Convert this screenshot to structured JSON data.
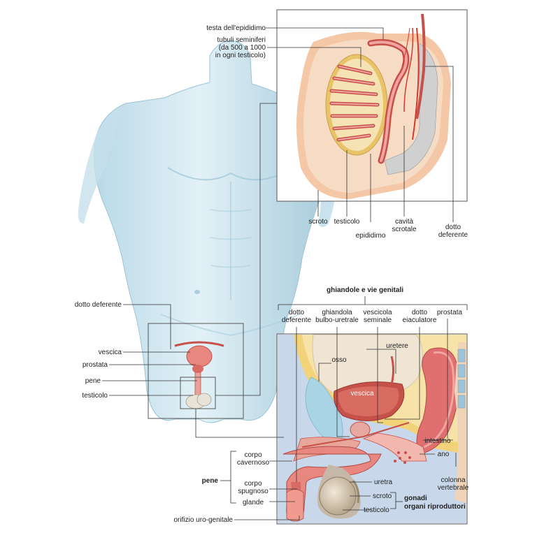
{
  "scrotum_panel": {
    "testa_epididimo": "testa dell'epididimo",
    "tubuli_1": "tubuli seminiferi",
    "tubuli_2": "(da 500 a 1000",
    "tubuli_3": "in ogni testicolo)",
    "scroto": "scroto",
    "testicolo": "testicolo",
    "epididimo": "epididimo",
    "cavita_1": "cavità",
    "cavita_2": "scrotale",
    "dotto_1": "dotto",
    "dotto_2": "deferente"
  },
  "body_panel": {
    "dotto_deferente": "dotto deferente",
    "vescica": "vescica",
    "prostata": "prostata",
    "pene": "pene",
    "testicolo": "testicolo"
  },
  "section_panel": {
    "title": "ghiandole e vie genitali",
    "dotto_1": "dotto",
    "dotto_2": "deferente",
    "ghiandola_1": "ghiandola",
    "ghiandola_2": "bulbo-uretrale",
    "vescicola_1": "vescicola",
    "vescicola_2": "seminale",
    "eiac_1": "dotto",
    "eiac_2": "eiaculatore",
    "prostata": "prostata",
    "uretere": "uretere",
    "osso": "osso",
    "vescica": "vescica",
    "intestino": "intestino",
    "ano": "ano",
    "colonna_1": "colonna",
    "colonna_2": "vertebrale",
    "corpo_cav_1": "corpo",
    "corpo_cav_2": "cavernoso",
    "pene": "pene",
    "corpo_spu_1": "corpo",
    "corpo_spu_2": "spugnoso",
    "glande": "glande",
    "uretra": "uretra",
    "scroto": "scroto",
    "testicolo": "testicolo",
    "gonadi": "gonadi",
    "organi": "organi riproduttori",
    "orifizio": "orifizio uro-genitale"
  },
  "colors": {
    "skin_light": "#d8ecf4",
    "skin_mid": "#a9cddd",
    "flesh": "#e8877f",
    "flesh_dark": "#c6504a",
    "yellow": "#f3d37a",
    "blue": "#9ccfe4"
  }
}
